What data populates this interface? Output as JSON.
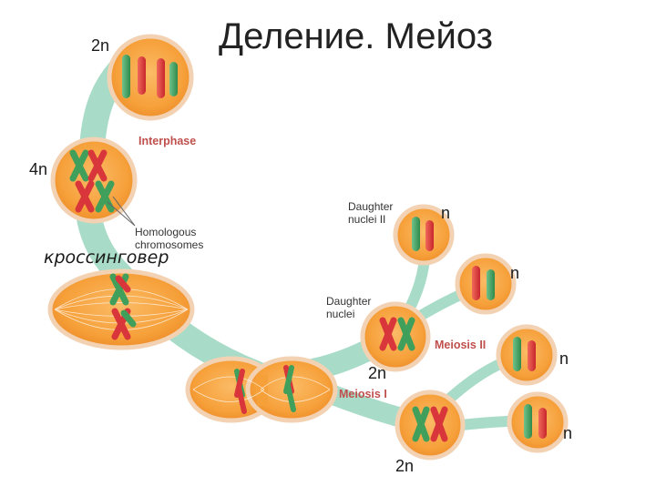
{
  "title": "Деление. Мейоз",
  "ploidy_labels": {
    "interphase_cell": "2n",
    "replicated_cell": "4n",
    "daughter_nucleus_top_left": "2n",
    "daughter_nucleus_bottom": "2n",
    "meiosis2_product_1": "n",
    "meiosis2_product_2": "n",
    "meiosis2_product_3": "n",
    "meiosis2_product_4": "n"
  },
  "crossing_over_label": "кроссинговер",
  "stage_labels": {
    "interphase": "Interphase",
    "meiosis_1": "Meiosis I",
    "meiosis_2": "Meiosis II"
  },
  "annotation_labels": {
    "homologous_line1": "Homologous",
    "homologous_line2": "chromosomes",
    "daughter_nuclei_line1": "Daughter",
    "daughter_nuclei_line2": "nuclei",
    "daughter_nuclei2_line1": "Daughter",
    "daughter_nuclei2_line2": "nuclei II"
  },
  "colors": {
    "pathway": "#a8dcc8",
    "cell_fill": "#f7a440",
    "cell_border": "#f3d2b3",
    "chromosome_red": "#d8363a",
    "chromosome_green": "#3f9f5b",
    "stage_label": "#c0504d"
  }
}
